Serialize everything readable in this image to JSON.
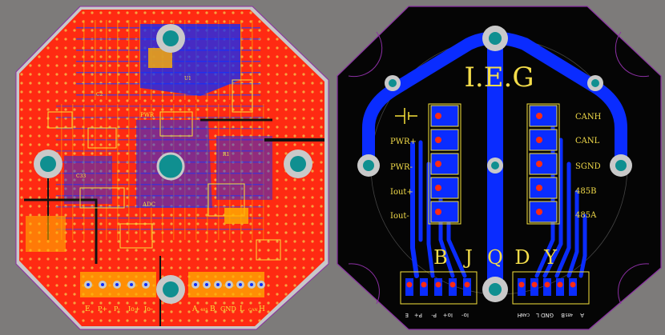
{
  "colors": {
    "background": "#7d7b7a",
    "copper_red": "#ff2a12",
    "copper_blue": "#0a2cff",
    "board_black": "#050505",
    "silkscreen": "#f7e23a",
    "pad_teal": "#0f8f90",
    "pad_gray": "#c9c9c9",
    "outline_purple": "#8b2fa3"
  },
  "left_board": {
    "bottom_labels": {
      "left_group": [
        "E",
        "P+",
        "P-",
        "Io+",
        "Io-"
      ],
      "right_group": [
        "A",
        "485",
        "B",
        "GND",
        "L",
        "CAN",
        "H"
      ]
    },
    "component_labels": [
      "ADC",
      "PWR",
      "C33",
      "R1",
      "C2",
      "U1"
    ]
  },
  "right_board": {
    "title": "I.E.G",
    "left_pin_labels": [
      "PWR+",
      "PWR-",
      "Iout+",
      "Iout-"
    ],
    "right_pin_labels": [
      "CANH",
      "CANL",
      "SGND",
      "485B",
      "485A"
    ],
    "letters": [
      "B",
      "J",
      "Q",
      "D",
      "Y"
    ],
    "header_labels_left": [
      "E",
      "P+",
      "P-",
      "Io+",
      "Io-"
    ],
    "header_labels_right": [
      "H",
      "CAN",
      "L",
      "GND",
      "B",
      "485",
      "A"
    ]
  }
}
